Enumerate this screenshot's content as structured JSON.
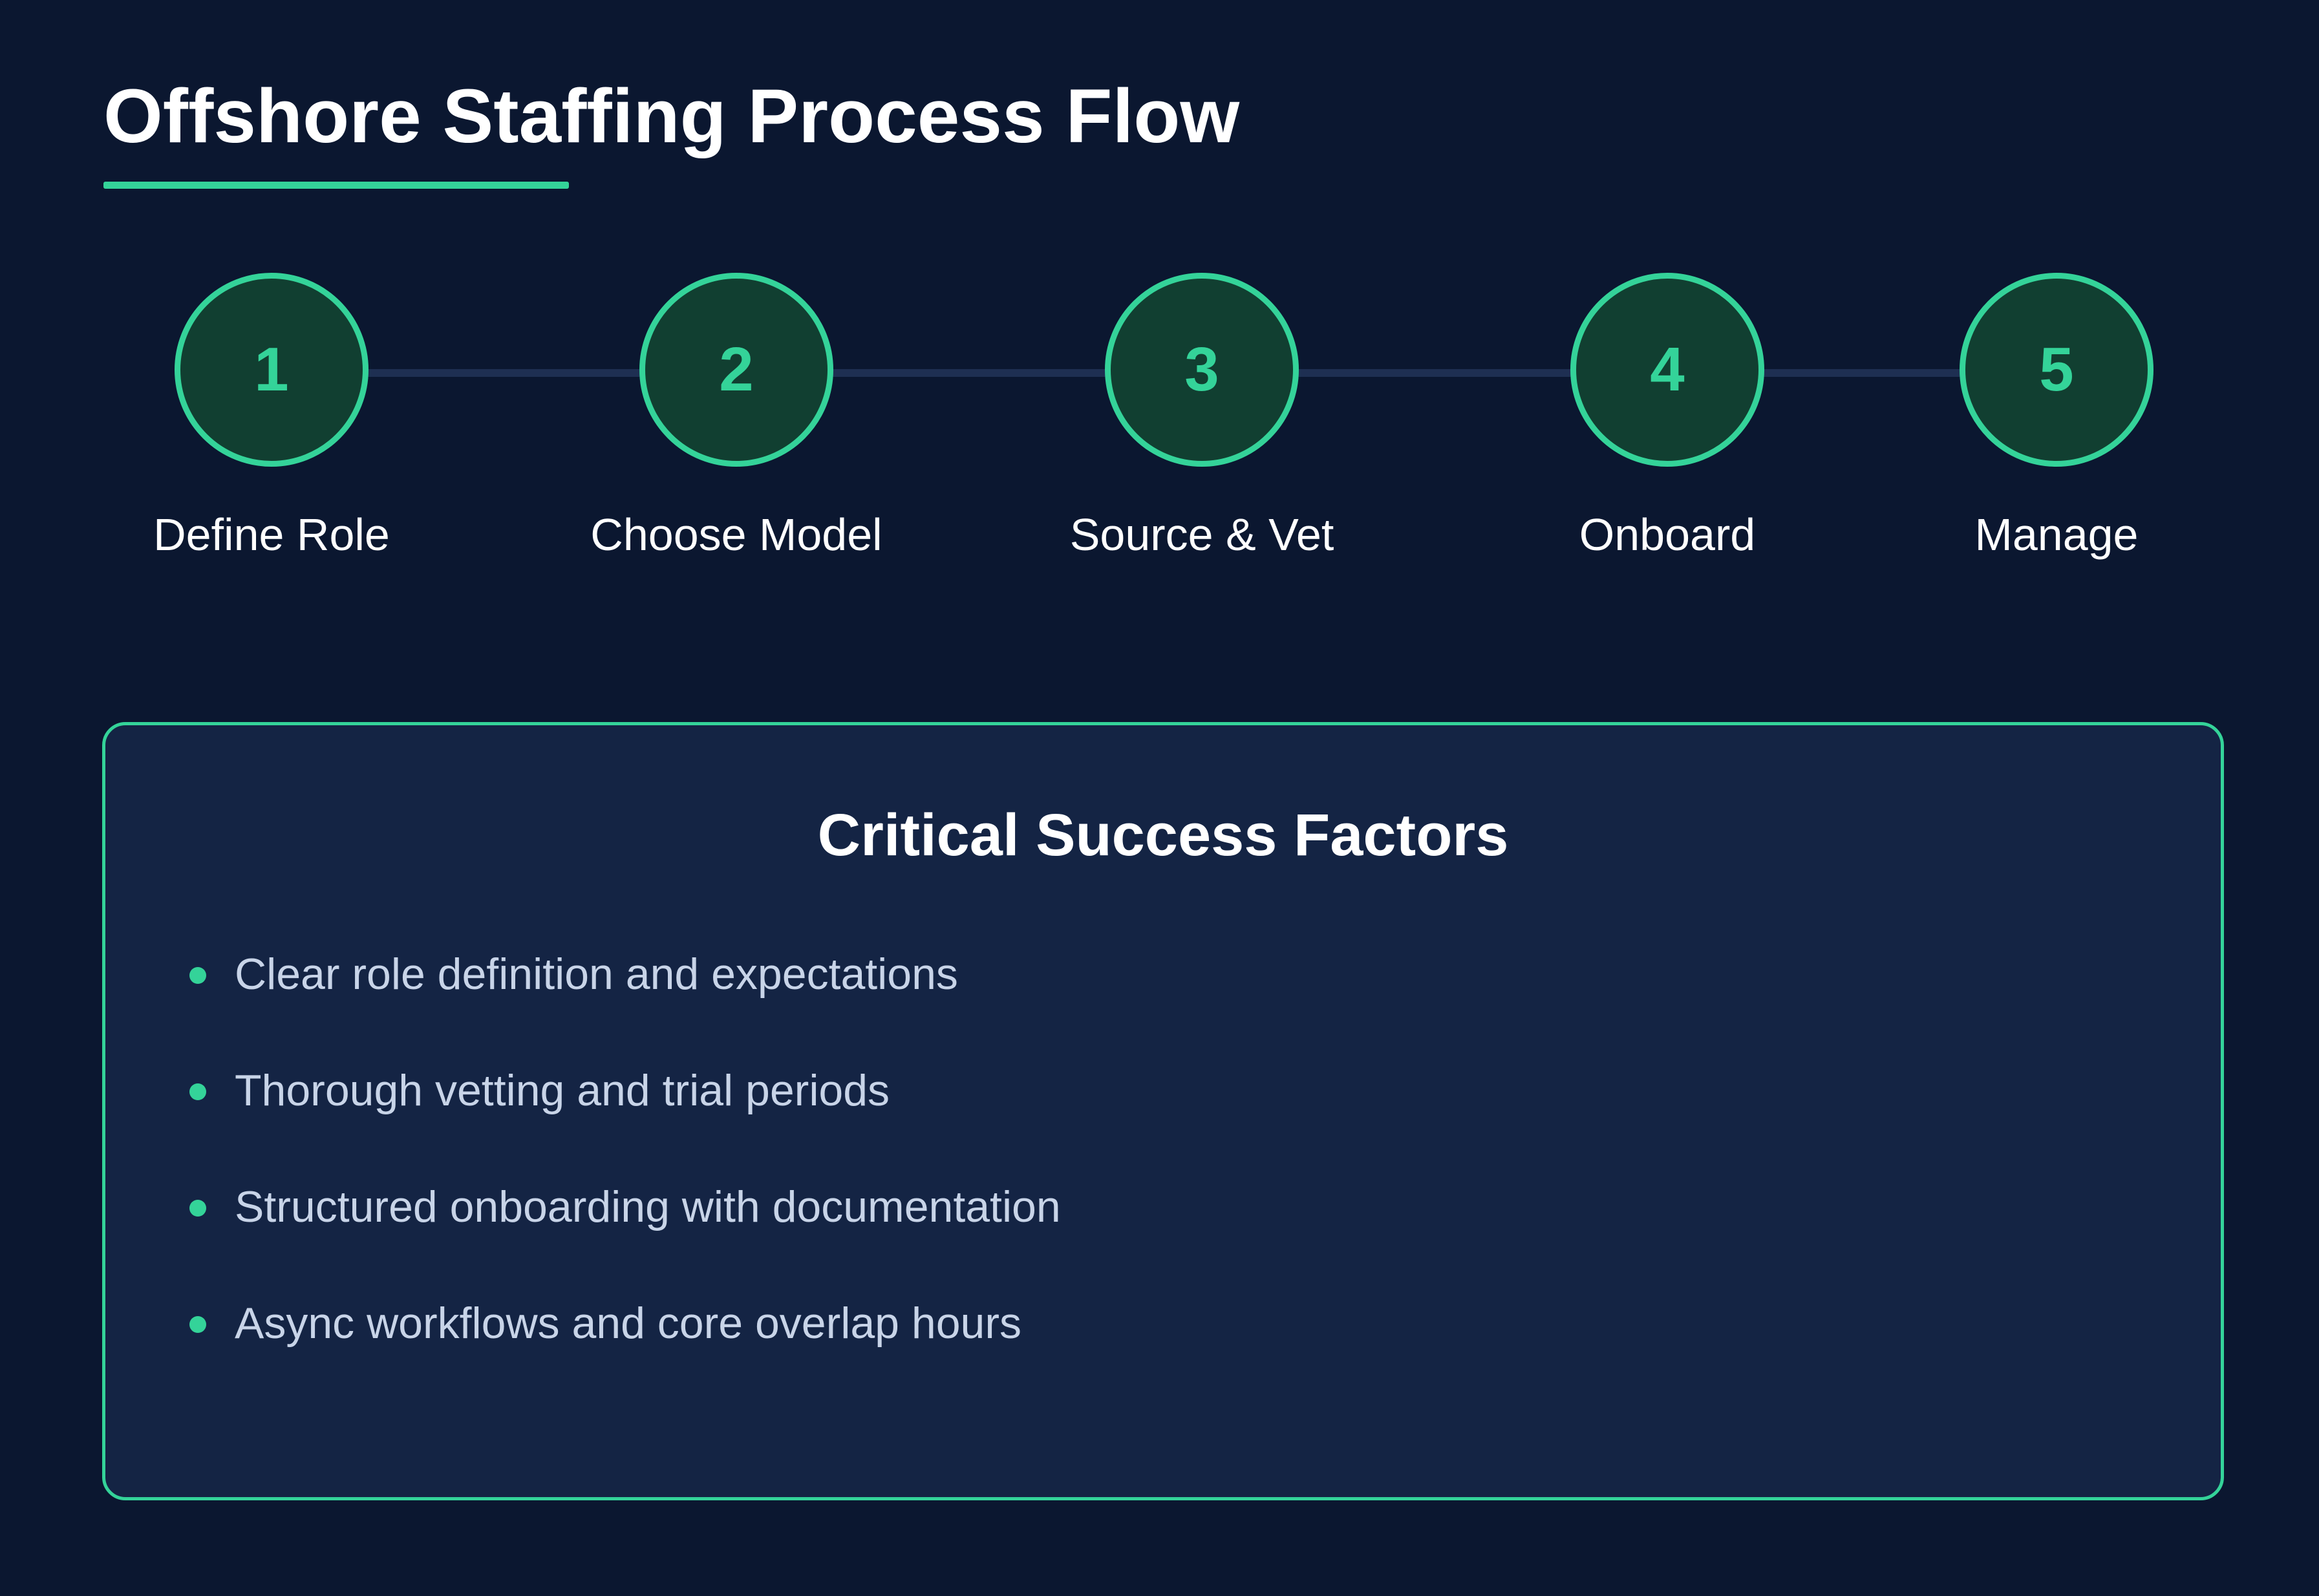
{
  "title": "Offshore Staffing Process Flow",
  "colors": {
    "background": "#0b1730",
    "accent": "#34d399",
    "circle_fill": "#113f31",
    "connector": "#1e2f52",
    "panel": "#142444",
    "text": "#ffffff",
    "muted_text": "#c8d4e8"
  },
  "steps": [
    {
      "number": "1",
      "label": "Define Role"
    },
    {
      "number": "2",
      "label": "Choose Model"
    },
    {
      "number": "3",
      "label": "Source & Vet"
    },
    {
      "number": "4",
      "label": "Onboard"
    },
    {
      "number": "5",
      "label": "Manage"
    }
  ],
  "success_factors": {
    "title": "Critical Success Factors",
    "items": [
      "Clear role definition and expectations",
      "Thorough vetting and trial periods",
      "Structured onboarding with documentation",
      "Async workflows and core overlap hours"
    ]
  }
}
